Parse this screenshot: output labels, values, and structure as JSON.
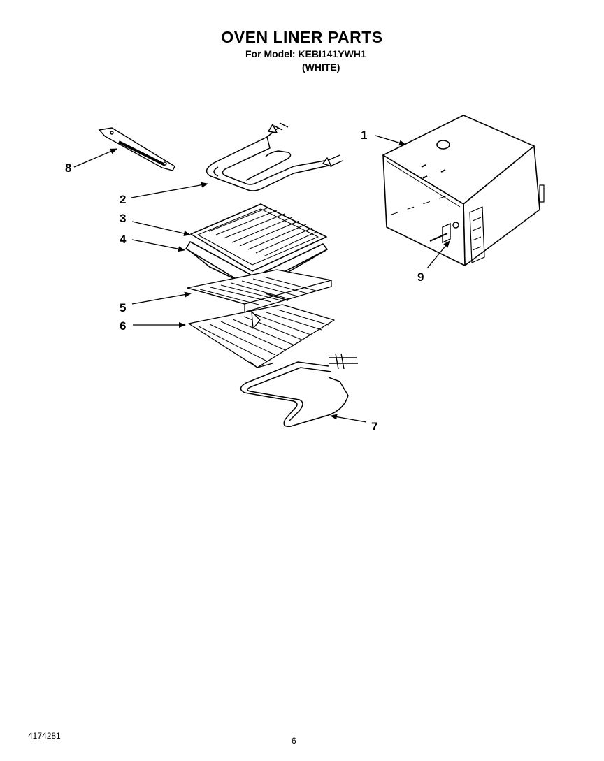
{
  "header": {
    "title": "OVEN LINER PARTS",
    "model_line": "For Model: KEBI141YWH1",
    "color": "(WHITE)"
  },
  "callouts": [
    "1",
    "2",
    "3",
    "4",
    "5",
    "6",
    "7",
    "8",
    "9"
  ],
  "footer": {
    "doc_number": "4174281",
    "page_number": "6"
  }
}
